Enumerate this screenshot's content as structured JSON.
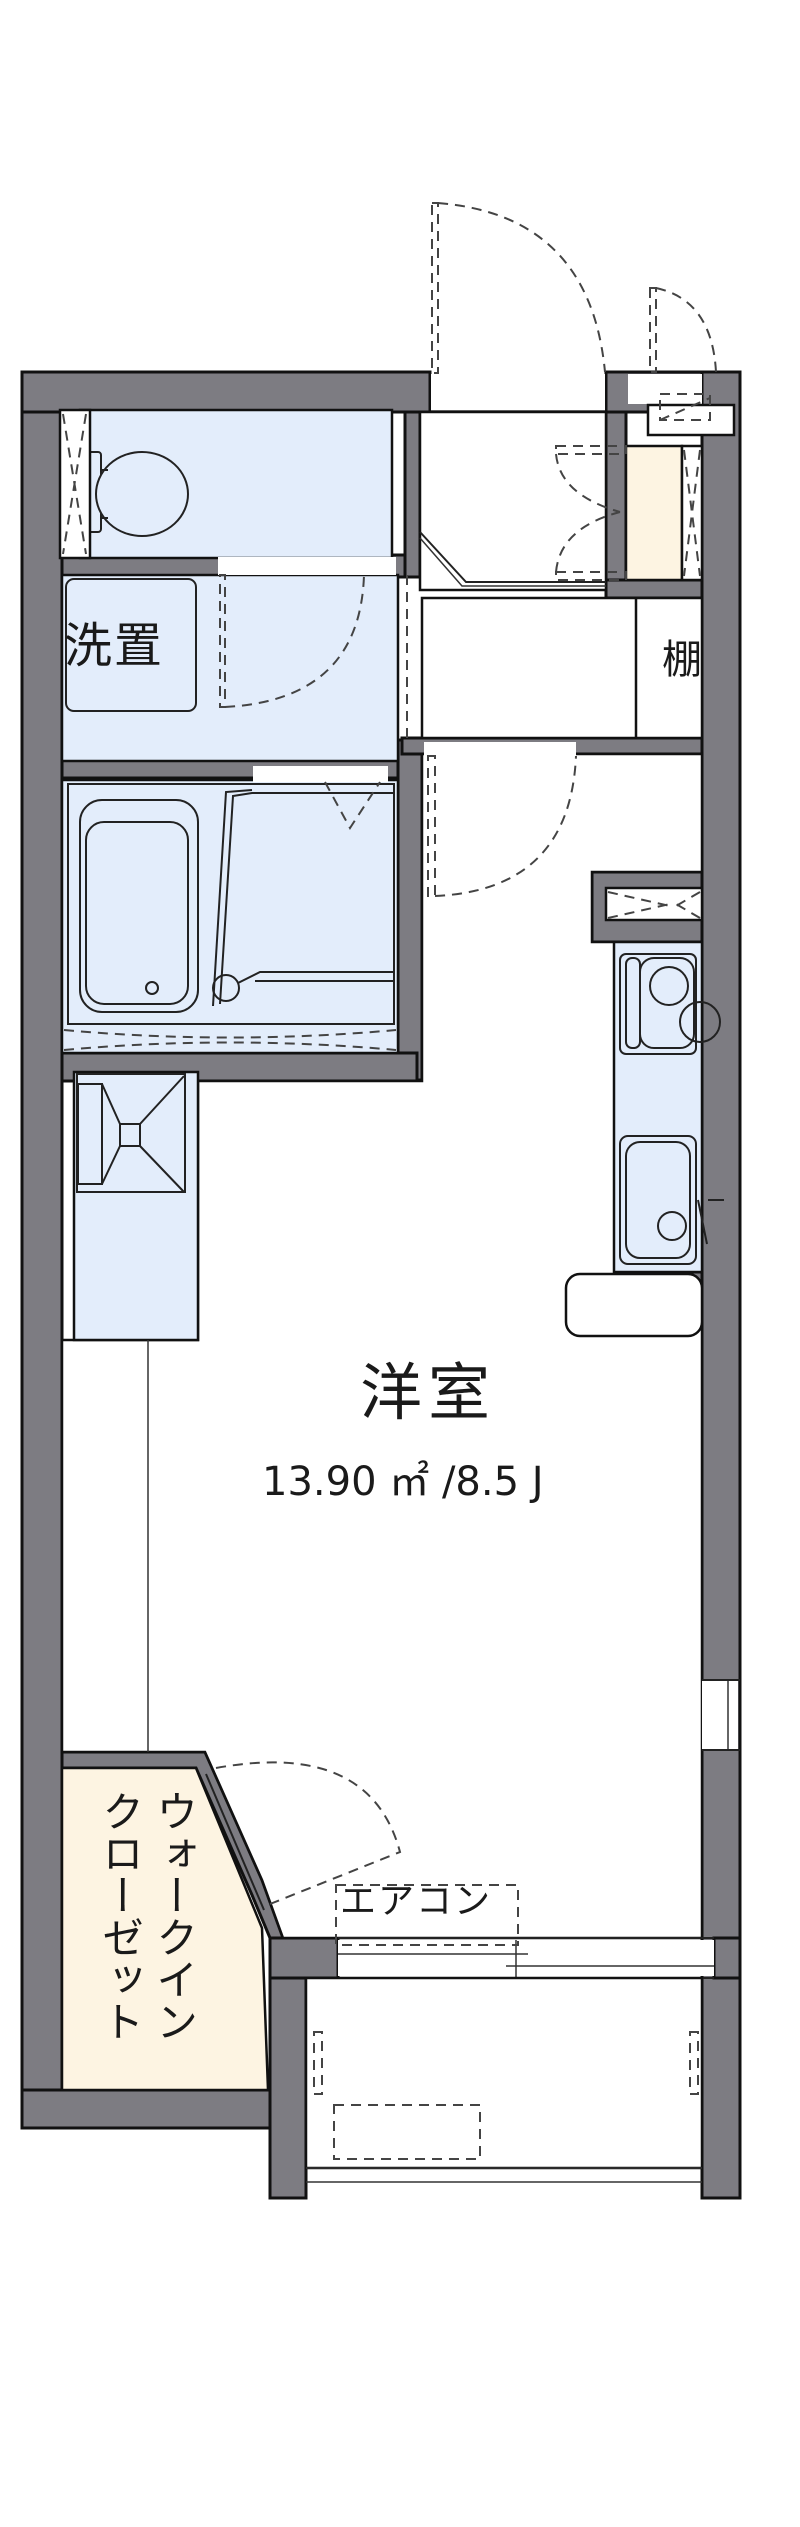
{
  "floorplan": {
    "type": "1K apartment floor plan",
    "rooms": {
      "main_room": {
        "name": "洋室",
        "area_text": "13.90 ㎡ /8.5 J",
        "area_sqm": 13.9,
        "size_jo": 8.5
      },
      "washer_space": {
        "name": "洗置"
      },
      "shelf": {
        "name": "棚"
      },
      "walk_in_closet": {
        "name_line1": "ウォークイン",
        "name_line2": "クローゼット"
      },
      "air_conditioner": {
        "name": "エアコン"
      }
    },
    "fixtures": [
      "toilet-icon",
      "bathtub-icon",
      "washbasin-icon",
      "stove-icon",
      "sink-icon",
      "shoe-cabinet",
      "refrigerator-space"
    ],
    "colors": {
      "wall": "#7d7c82",
      "wet_area": "#e3edfb",
      "storage": "#fdf4e2",
      "floor": "#ffffff",
      "line": "#111111"
    }
  }
}
